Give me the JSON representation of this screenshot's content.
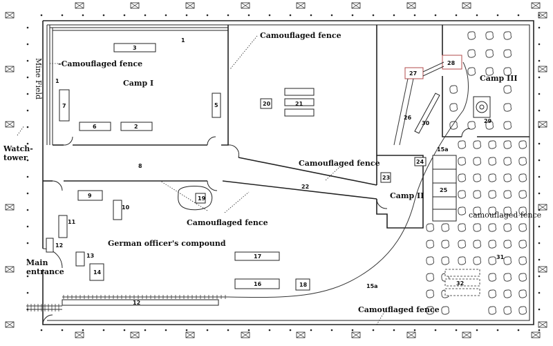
{
  "labels": {
    "camp1": "Camp I",
    "camp2": "Camp II",
    "camp3": "Camp III",
    "officers": "German officer's compound",
    "main_entrance_1": "Main",
    "main_entrance_2": "entrance",
    "watchtower_1": "Watch-",
    "watchtower_2": "tower",
    "mine_field": "Mine Field",
    "camo_fence": "Camouflaged fence",
    "camo_fence_lower": "camouflaged fence",
    "camo_prefix": "-Camouflaged fence"
  },
  "numbers": [
    "1",
    "2",
    "3",
    "5",
    "6",
    "7",
    "8",
    "9",
    "10",
    "11",
    "12",
    "13",
    "14",
    "15a",
    "16",
    "17",
    "18",
    "19",
    "20",
    "21",
    "22",
    "23",
    "24",
    "25",
    "26",
    "27",
    "28",
    "29",
    "30",
    "31",
    "32"
  ]
}
